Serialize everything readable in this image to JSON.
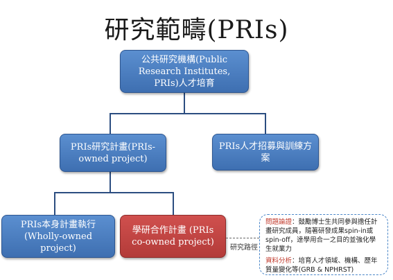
{
  "title": "研究範疇(PRIs)",
  "nodes": {
    "root": "公共研究機構(Public Research Institutes, PRIs)人才培育",
    "pri_projects": "PRIs研究計畫(PRIs-owned project)",
    "talent": "PRIs人才招募與訓練方案",
    "wholly_owned": "PRIs本身計畫執行(Wholly-owned project)",
    "co_owned": "學研合作計畫 (PRIs co-owned project)"
  },
  "research_path_label": "研究路徑",
  "note": {
    "item1_heading": "問題論證",
    "item1_text": "：鼓勵博士生共同參與擔任計畫研究成員，隨著研發成果spin-in或spin-off，達學用合一之目的並強化學生就業力",
    "item2_heading": "資料分析",
    "item2_text": "：培育人才領域、機構、歷年質量變化等(GRB & NPHRST)"
  },
  "colors": {
    "node_blue": "#4a7fc0",
    "node_red": "#c0403d",
    "connector": "#2b4d80",
    "note_border": "#4a86c8",
    "highlight": "#c0392b"
  }
}
